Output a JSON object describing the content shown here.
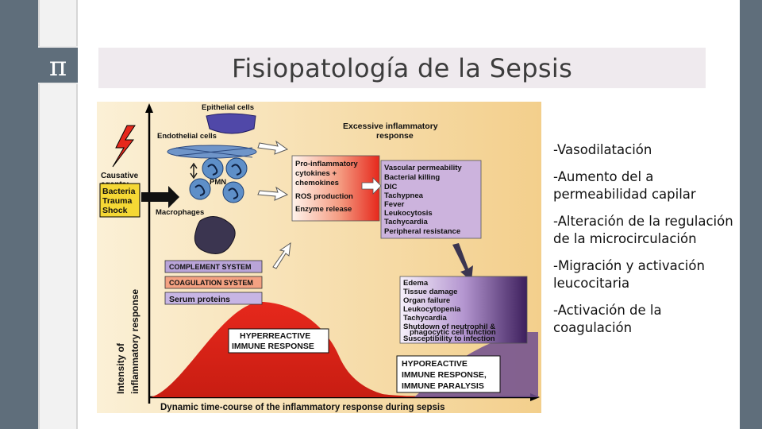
{
  "slide": {
    "pi_symbol": "π",
    "title": "Fisiopatología de la Sepsis"
  },
  "figure": {
    "epithelial_cells": "Epithelial cells",
    "endothelial_cells": "Endothelial cells",
    "excessive_response_line1": "Excessive inflammatory",
    "excessive_response_line2": "response",
    "causative_agents_line1": "Causative",
    "causative_agents_line2": "agents:",
    "agents": [
      "Bacteria",
      "Trauma",
      "Shock"
    ],
    "pmn": "PMN",
    "macrophages": "Macrophages",
    "pro_inflammatory": [
      "Pro-inflammatory",
      "cytokines +",
      "chemokines",
      "ROS production",
      "Enzyme release"
    ],
    "responses": [
      "Vascular permeability",
      "Bacterial killing",
      "DIC",
      "Tachypnea",
      "Fever",
      "Leukocytosis",
      "Tachycardia",
      "Peripheral resistance"
    ],
    "complement_system": "COMPLEMENT SYSTEM",
    "coagulation_system": "COAGULATION SYSTEM",
    "serum_proteins": "Serum proteins",
    "late_effects": [
      "Edema",
      "Tissue damage",
      "Organ failure",
      "Leukocytopenia",
      "Tachycardia",
      "Shutdown of neutrophil &",
      "phagocytic cell function",
      "Susceptibility to infection"
    ],
    "hyperreactive_line1": "HYPERREACTIVE",
    "hyperreactive_line2": "IMMUNE RESPONSE",
    "hyporeactive_line1": "HYPOREACTIVE",
    "hyporeactive_line2": "IMMUNE RESPONSE,",
    "hyporeactive_line3": "IMMUNE PARALYSIS",
    "y_axis_line1": "Intensity of",
    "y_axis_line2": "inflammatory response",
    "x_axis": "Dynamic time-course of the inflammatory response during sepsis"
  },
  "bullets": [
    "-Vasodilatación",
    "-Aumento del a permeabilidad capilar",
    "-Alteración de la regulación de la microcirculación",
    "-Migración y activación leucocitaria",
    "-Activación de la coagulación"
  ],
  "colors": {
    "rail": "#5f6e7b",
    "title_bar": "#efeaee",
    "figure_bg": "#f6dca6",
    "curve_red": "#e6281c",
    "agents_yellow": "#f5d835",
    "purple_box": "#ccb3dd"
  }
}
